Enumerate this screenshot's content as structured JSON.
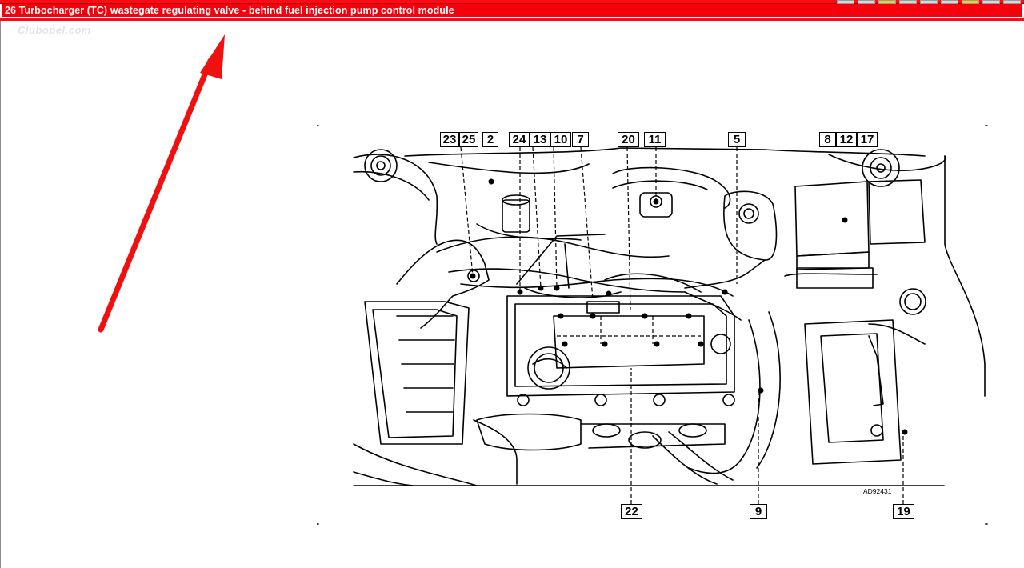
{
  "title_bar": {
    "text": "26  Turbocharger (TC) wastegate regulating valve - behind fuel injection pump control module",
    "color": "#f6000c"
  },
  "watermark": "Clubopel.com",
  "arrow": {
    "color": "#f01010",
    "direction": "up-right"
  },
  "diagram": {
    "code": "AD92431",
    "callouts_top": [
      "23",
      "25",
      "2",
      "24",
      "13",
      "10",
      "7",
      "20",
      "11",
      "5",
      "8",
      "12",
      "17"
    ],
    "callouts_bottom": [
      "22",
      "9",
      "19"
    ]
  }
}
